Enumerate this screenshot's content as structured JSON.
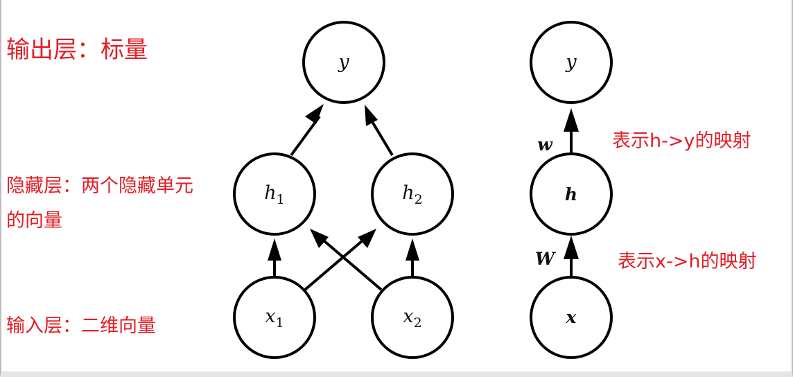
{
  "annotations": {
    "output_layer": "输出层：标量",
    "hidden_layer_line1": "隐藏层：两个隐藏单元",
    "hidden_layer_line2": "的向量",
    "input_layer": "输入层：二维向量",
    "h_to_y": "表示h->y的映射",
    "x_to_h": "表示x->h的映射"
  },
  "left_network": {
    "nodes": {
      "y": "y",
      "h1_base": "h",
      "h1_sub": "1",
      "h2_base": "h",
      "h2_sub": "2",
      "x1_base": "x",
      "x1_sub": "1",
      "x2_base": "x",
      "x2_sub": "2"
    }
  },
  "right_network": {
    "nodes": {
      "y": "y",
      "h": "h",
      "x": "x"
    },
    "edge_labels": {
      "upper": "w",
      "lower": "W"
    }
  },
  "colors": {
    "annotation": "#e31e24",
    "stroke": "#000000"
  }
}
